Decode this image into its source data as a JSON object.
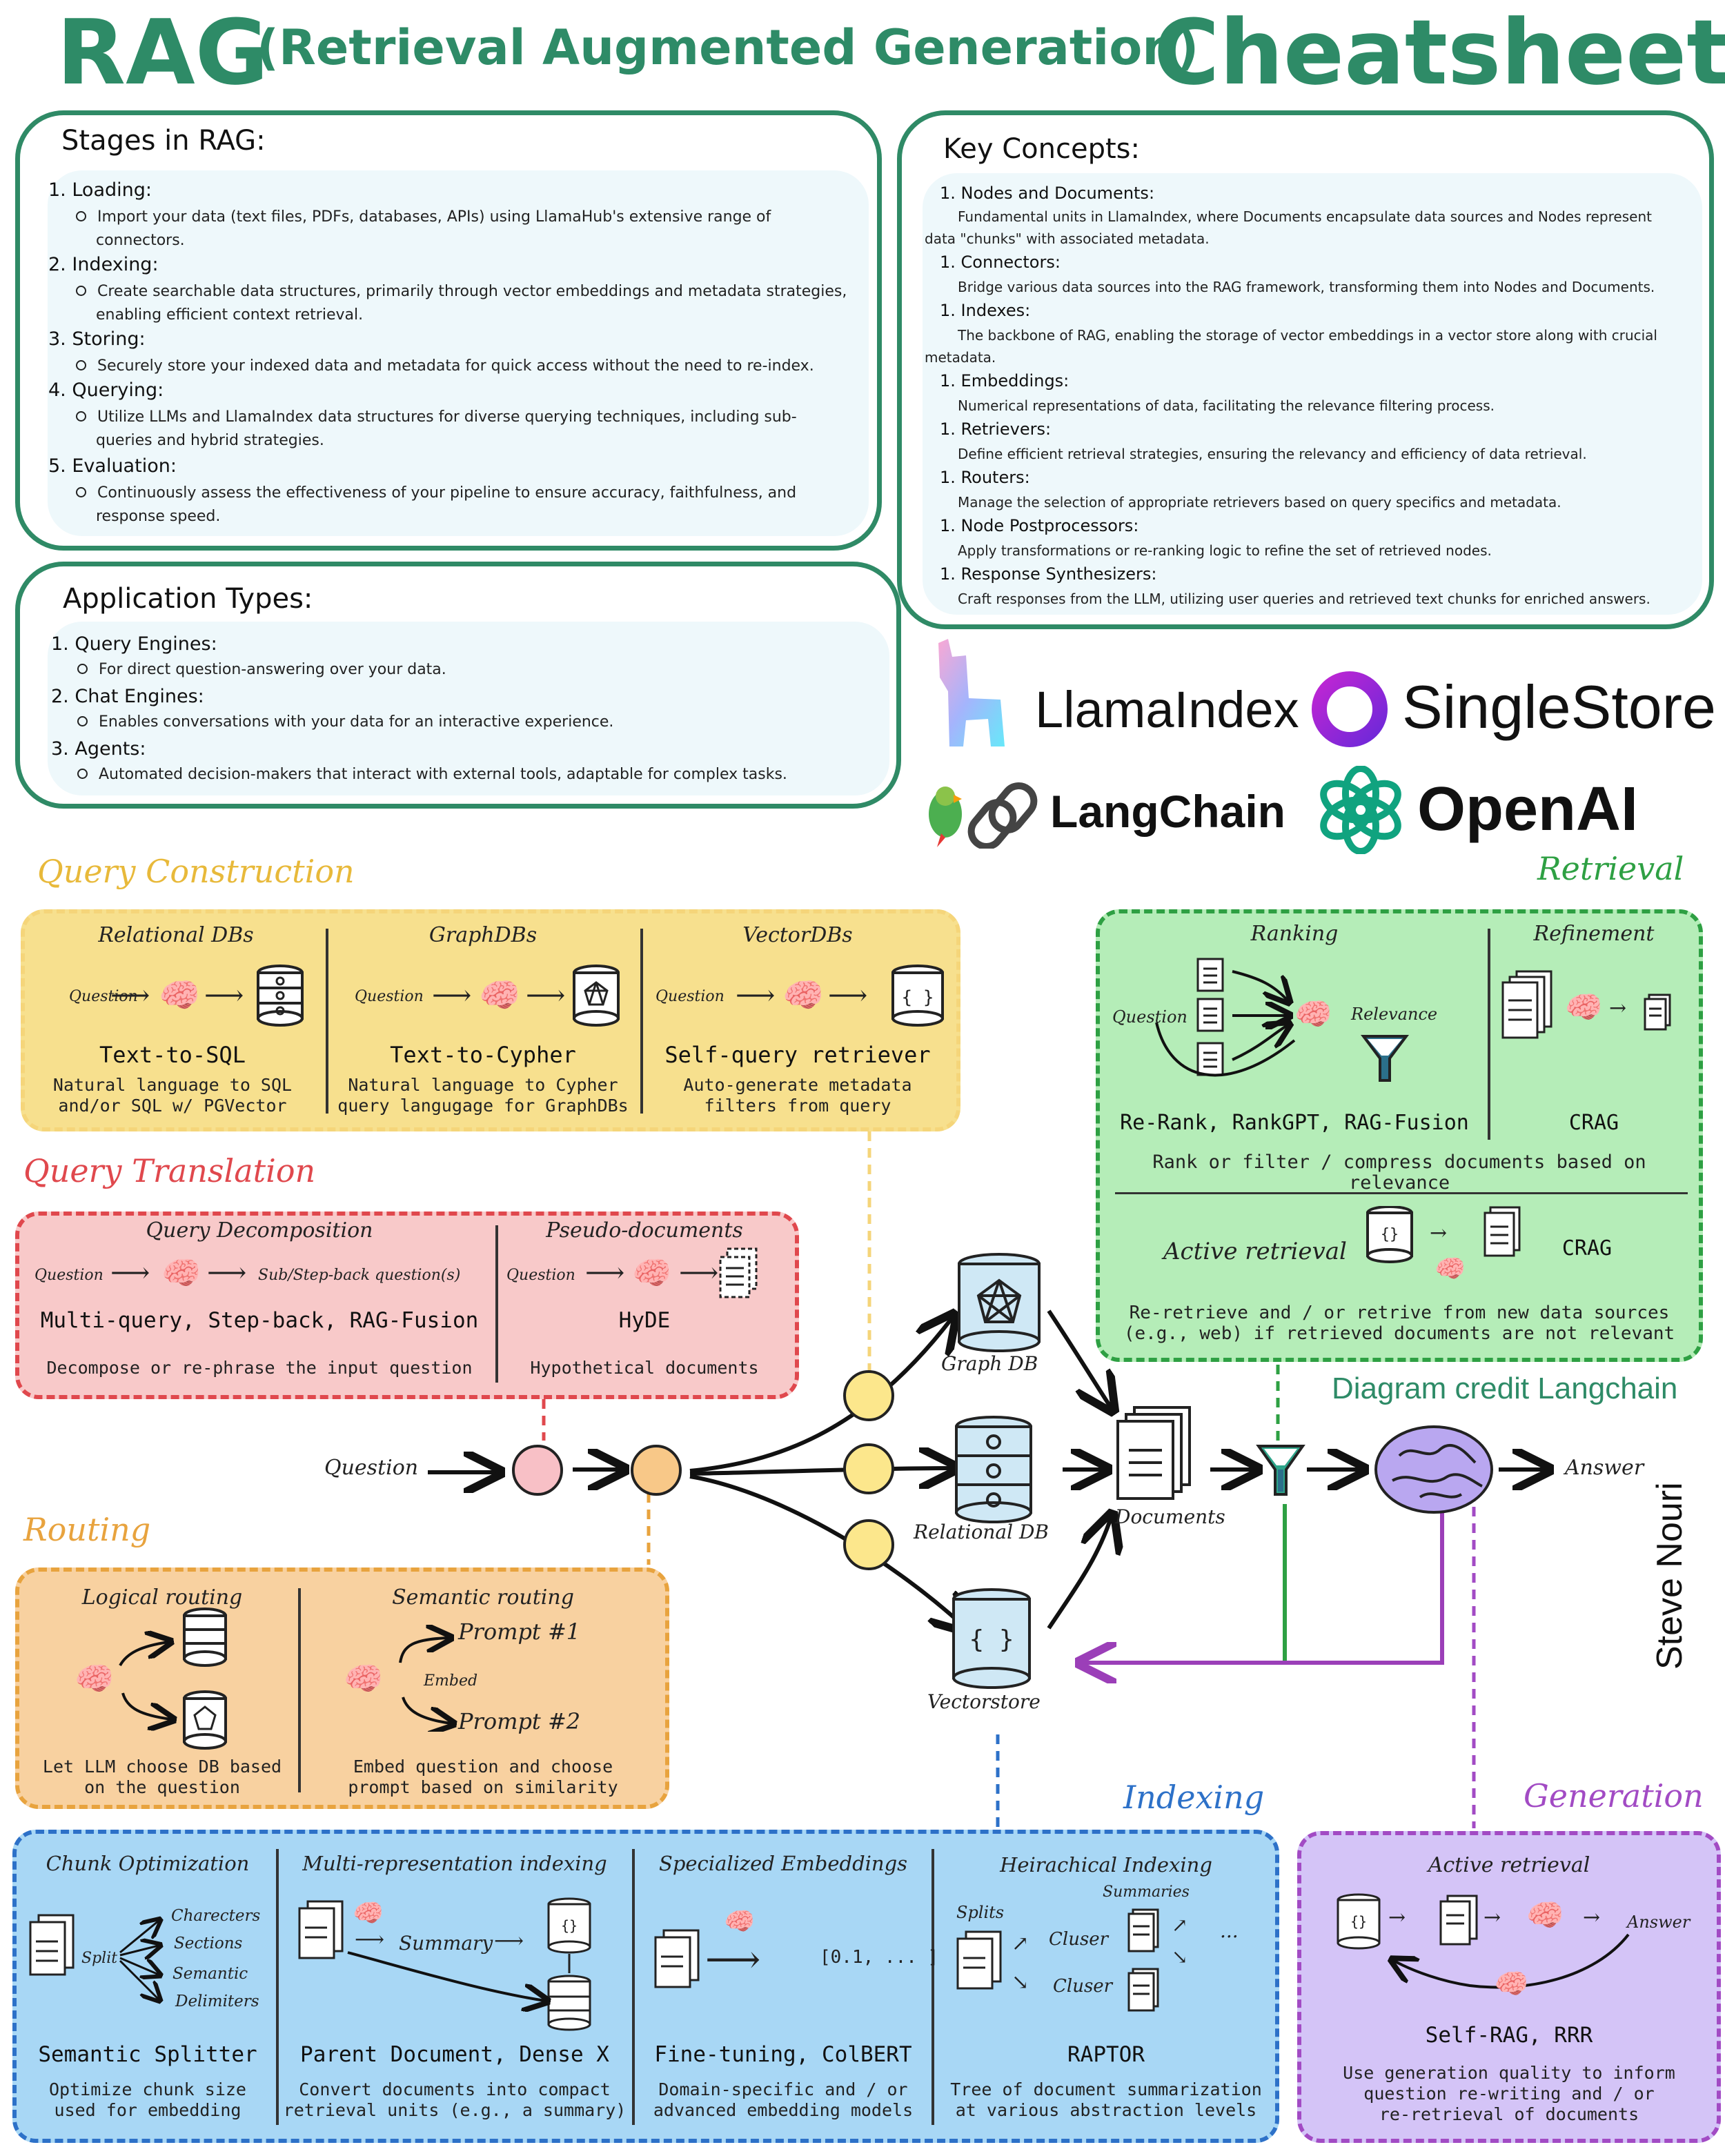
{
  "title": {
    "rag": "RAG",
    "expansion": "(Retrieval Augmented Generation)",
    "cheatsheet": "Cheatsheet"
  },
  "stages": {
    "heading": "Stages in RAG:",
    "items": [
      {
        "num": "1.",
        "name": "Loading:",
        "desc_line1": "Import your data (text files, PDFs, databases, APIs) using LlamaHub's extensive range of",
        "desc_line2": "connectors."
      },
      {
        "num": "2.",
        "name": "Indexing:",
        "desc_line1": "Create searchable data structures, primarily through vector embeddings and metadata strategies,",
        "desc_line2": "enabling efficient context retrieval."
      },
      {
        "num": "3.",
        "name": "Storing:",
        "desc_line1": "Securely store your indexed data and metadata for quick access without the need to re-index.",
        "desc_line2": ""
      },
      {
        "num": "4.",
        "name": "Querying:",
        "desc_line1": "Utilize LLMs and LlamaIndex data structures for diverse querying techniques, including sub-",
        "desc_line2": "queries and hybrid strategies."
      },
      {
        "num": "5.",
        "name": "Evaluation:",
        "desc_line1": "Continuously assess the effectiveness of your pipeline to ensure accuracy, faithfulness, and",
        "desc_line2": "response speed."
      }
    ]
  },
  "app_types": {
    "heading": "Application Types:",
    "items": [
      {
        "num": "1.",
        "name": "Query Engines:",
        "desc": "For direct question-answering over your data."
      },
      {
        "num": "2.",
        "name": "Chat Engines:",
        "desc": "Enables conversations with your data for an interactive experience."
      },
      {
        "num": "3.",
        "name": "Agents:",
        "desc": "Automated decision-makers that interact with external tools, adaptable for complex tasks."
      }
    ]
  },
  "key_concepts": {
    "heading": "Key Concepts:",
    "items": [
      {
        "num": "1.",
        "name": "Nodes and Documents:",
        "desc_line1": "Fundamental units in LlamaIndex, where Documents encapsulate data sources and Nodes represent",
        "desc_line2": "data \"chunks\" with associated metadata."
      },
      {
        "num": "1.",
        "name": "Connectors:",
        "desc_line1": "Bridge various data sources into the RAG framework, transforming them into Nodes and Documents.",
        "desc_line2": ""
      },
      {
        "num": "1.",
        "name": "Indexes:",
        "desc_line1": "The backbone of RAG, enabling the storage of vector embeddings in a vector store along with crucial",
        "desc_line2": "metadata."
      },
      {
        "num": "1.",
        "name": "Embeddings:",
        "desc_line1": "Numerical representations of data, facilitating the relevance filtering process.",
        "desc_line2": ""
      },
      {
        "num": "1.",
        "name": "Retrievers:",
        "desc_line1": "Define efficient retrieval strategies, ensuring the relevancy and efficiency of data retrieval.",
        "desc_line2": ""
      },
      {
        "num": "1.",
        "name": "Routers:",
        "desc_line1": "Manage the selection of appropriate retrievers based on query specifics and metadata.",
        "desc_line2": ""
      },
      {
        "num": "1.",
        "name": "Node Postprocessors:",
        "desc_line1": "Apply transformations or re-ranking logic to refine the set of retrieved nodes.",
        "desc_line2": ""
      },
      {
        "num": "1.",
        "name": "Response Synthesizers:",
        "desc_line1": "Craft responses from the LLM, utilizing user queries and retrieved text chunks for enriched answers.",
        "desc_line2": ""
      }
    ]
  },
  "logos": {
    "llamaindex": "LlamaIndex",
    "singlestore": "SingleStore",
    "langchain": "LangChain",
    "openai": "OpenAI"
  },
  "colors": {
    "title_green": "#2e8b67",
    "panel_border": "#2f8a66",
    "query_construction": "#f3d98a",
    "query_translation": "#f6c8c8",
    "routing": "#f8d1a0",
    "retrieval": "#b5edb8",
    "indexing": "#a8d7f5",
    "generation": "#d4c4f7"
  },
  "query_construction": {
    "label": "Query Construction",
    "cols": [
      {
        "title": "Relational DBs",
        "question": "Question",
        "method": "Text-to-SQL",
        "desc_line1": "Natural language to SQL",
        "desc_line2": "and/or SQL w/ PGVector"
      },
      {
        "title": "GraphDBs",
        "question": "Question",
        "method": "Text-to-Cypher",
        "desc_line1": "Natural language to Cypher",
        "desc_line2": "query langugage for GraphDBs"
      },
      {
        "title": "VectorDBs",
        "question": "Question",
        "method": "Self-query retriever",
        "desc_line1": "Auto-generate metadata",
        "desc_line2": "filters from query"
      }
    ]
  },
  "query_translation": {
    "label": "Query Translation",
    "left": {
      "title": "Query Decomposition",
      "question": "Question",
      "target": "Sub/Step-back question(s)",
      "method": "Multi-query, Step-back, RAG-Fusion",
      "desc": "Decompose or re-phrase the input question"
    },
    "right": {
      "title": "Pseudo-documents",
      "question": "Question",
      "method": "HyDE",
      "desc": "Hypothetical documents"
    }
  },
  "routing": {
    "label": "Routing",
    "left": {
      "title": "Logical routing",
      "desc_line1": "Let LLM choose DB based",
      "desc_line2": "on the question"
    },
    "right": {
      "title": "Semantic routing",
      "prompt1": "Prompt #1",
      "embed": "Embed",
      "prompt2": "Prompt #2",
      "desc_line1": "Embed question and choose",
      "desc_line2": "prompt based on similarity"
    }
  },
  "retrieval": {
    "label": "Retrieval",
    "ranking_title": "Ranking",
    "refinement_title": "Refinement",
    "question": "Question",
    "relevance": "Relevance",
    "rank_method": "Re-Rank, RankGPT, RAG-Fusion",
    "crag1": "CRAG",
    "rank_desc": "Rank or filter / compress documents based on relevance",
    "active_retrieval": "Active retrieval",
    "crag2": "CRAG",
    "active_desc_line1": "Re-retrieve and / or retrive from new data sources",
    "active_desc_line2": "(e.g., web) if retrieved documents are not relevant"
  },
  "flow": {
    "question": "Question",
    "graph_db": "Graph DB",
    "relational_db": "Relational DB",
    "vectorstore": "Vectorstore",
    "documents": "Documents",
    "answer": "Answer",
    "credit": "Diagram credit Langchain",
    "author": "Steve Nouri"
  },
  "indexing": {
    "label": "Indexing",
    "cols": [
      {
        "title": "Chunk Optimization",
        "method": "Semantic Splitter",
        "desc_line1": "Optimize chunk size",
        "desc_line2": "used for embedding"
      },
      {
        "title": "Multi-representation indexing",
        "method": "Parent Document, Dense X",
        "desc_line1": "Convert documents into compact",
        "desc_line2": "retrieval units (e.g., a summary)"
      },
      {
        "title": "Specialized Embeddings",
        "method": "Fine-tuning, ColBERT",
        "desc_line1": "Domain-specific and / or",
        "desc_line2": "advanced embedding models"
      },
      {
        "title": "Heirachical Indexing",
        "method": "RAPTOR",
        "desc_line1": "Tree of document summarization",
        "desc_line2": "at various abstraction levels"
      }
    ],
    "split": "Split",
    "split_options": [
      "Charecters",
      "Sections",
      "Semantic",
      "Delimiters"
    ],
    "summary": "Summary",
    "vector": "[0.1, ... ]",
    "splits": "Splits",
    "summaries": "Summaries",
    "cluster1": "Cluser",
    "cluster2": "Cluser",
    "ellipsis": "..."
  },
  "generation": {
    "label": "Generation",
    "title": "Active retrieval",
    "answer": "Answer",
    "method": "Self-RAG, RRR",
    "desc_line1": "Use generation quality to inform",
    "desc_line2": "question re-writing and / or",
    "desc_line3": "re-retrieval of documents"
  }
}
